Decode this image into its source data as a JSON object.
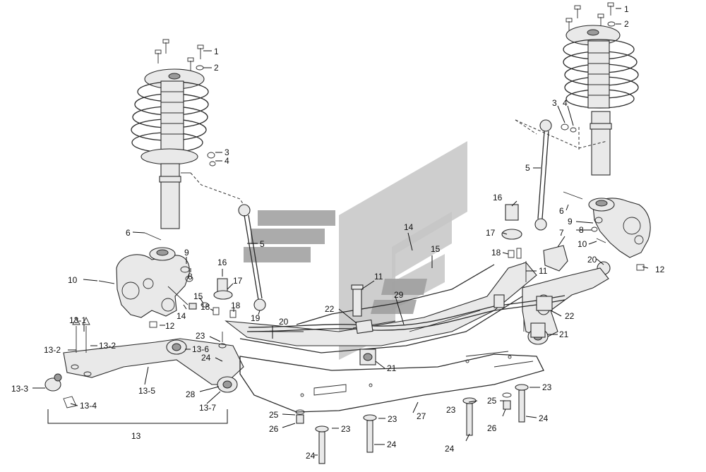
{
  "diagram": {
    "labels": {
      "l1a": "1",
      "l2a": "2",
      "l3a": "3",
      "l4a": "4",
      "l5a": "5",
      "l6a": "6",
      "l7a": "7",
      "l8a": "8",
      "l9a": "9",
      "l10a": "10",
      "l12a": "12",
      "l14a": "14",
      "l15a": "15",
      "l16a": "16",
      "l17a": "17",
      "l18a": "18",
      "l18b": "18",
      "l19": "19",
      "l20a": "20",
      "l23a": "23",
      "l24a": "24",
      "l28": "28",
      "l13_1": "13-1",
      "l13_2a": "13-2",
      "l13_2b": "13-2",
      "l13_3": "13-3",
      "l13_4": "13-4",
      "l13_5": "13-5",
      "l13_6": "13-6",
      "l13_7": "13-7",
      "l13": "13",
      "l1b": "1",
      "l2b": "2",
      "l3b": "3",
      "l4b": "4",
      "l5b": "5",
      "l6b": "6",
      "l7b": "7",
      "l8b": "8",
      "l9b": "9",
      "l10b": "10",
      "l12b": "12",
      "l14b": "14",
      "l15b": "15",
      "l16b": "16",
      "l17b": "17",
      "l18c": "18",
      "l11a": "11",
      "l11b": "11",
      "l20b": "20",
      "l22a": "22",
      "l22b": "22",
      "l29": "29",
      "l21a": "21",
      "l21b": "21",
      "l23b": "23",
      "l23c": "23",
      "l23d": "23",
      "l23e": "23",
      "l24b": "24",
      "l24c": "24",
      "l24d": "24",
      "l24e": "24",
      "l25a": "25",
      "l25b": "25",
      "l26a": "26",
      "l26b": "26",
      "l27": "27"
    }
  }
}
